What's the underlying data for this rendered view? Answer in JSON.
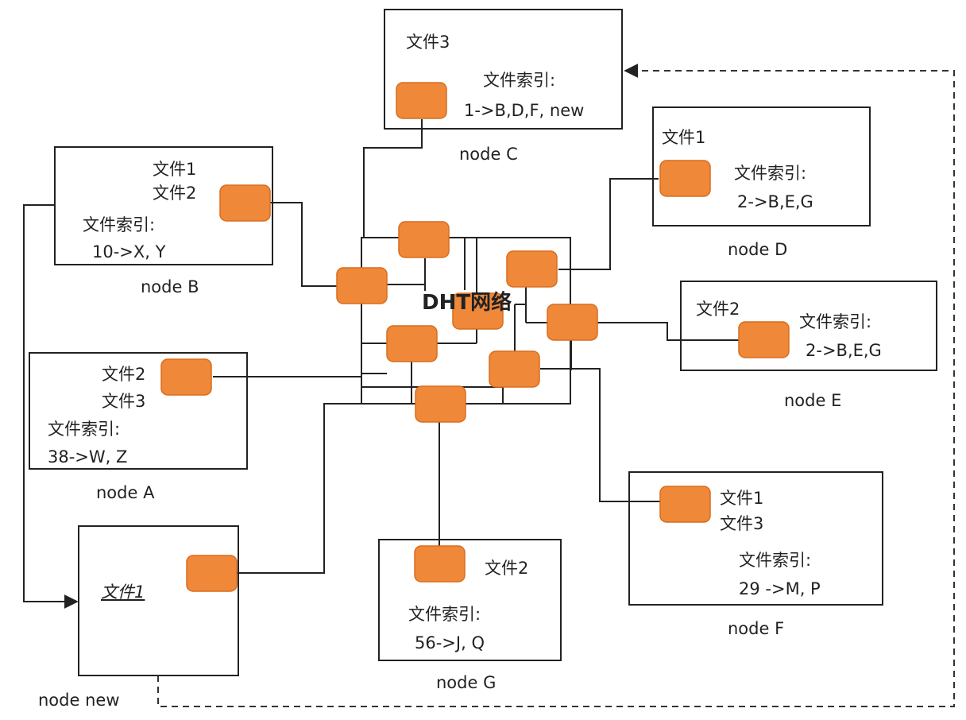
{
  "center_label": "DHT网络",
  "nodes": {
    "c": {
      "name": "node C",
      "files": [
        "文件3"
      ],
      "index_label": "文件索引:",
      "index_value": "1->B,D,F, new"
    },
    "b": {
      "name": "node B",
      "files": [
        "文件1",
        "文件2"
      ],
      "index_label": "文件索引:",
      "index_value": "10->X, Y"
    },
    "d": {
      "name": "node D",
      "files": [
        "文件1"
      ],
      "index_label": "文件索引:",
      "index_value": "2->B,E,G"
    },
    "e": {
      "name": "node E",
      "files": [
        "文件2"
      ],
      "index_label": "文件索引:",
      "index_value": "2->B,E,G"
    },
    "a": {
      "name": "node A",
      "files": [
        "文件2",
        "文件3"
      ],
      "index_label": "文件索引:",
      "index_value": "38->W, Z"
    },
    "f": {
      "name": "node F",
      "files": [
        "文件1",
        "文件3"
      ],
      "index_label": "文件索引:",
      "index_value": "29 ->M, P"
    },
    "g": {
      "name": "node G",
      "files": [
        "文件2"
      ],
      "index_label": "文件索引:",
      "index_value": "56->J, Q"
    },
    "new": {
      "name": "node new",
      "files": [
        "文件1"
      ]
    }
  },
  "colors": {
    "computer": "#f0883a",
    "computer_stroke": "#d76d1e",
    "line": "#222222"
  }
}
